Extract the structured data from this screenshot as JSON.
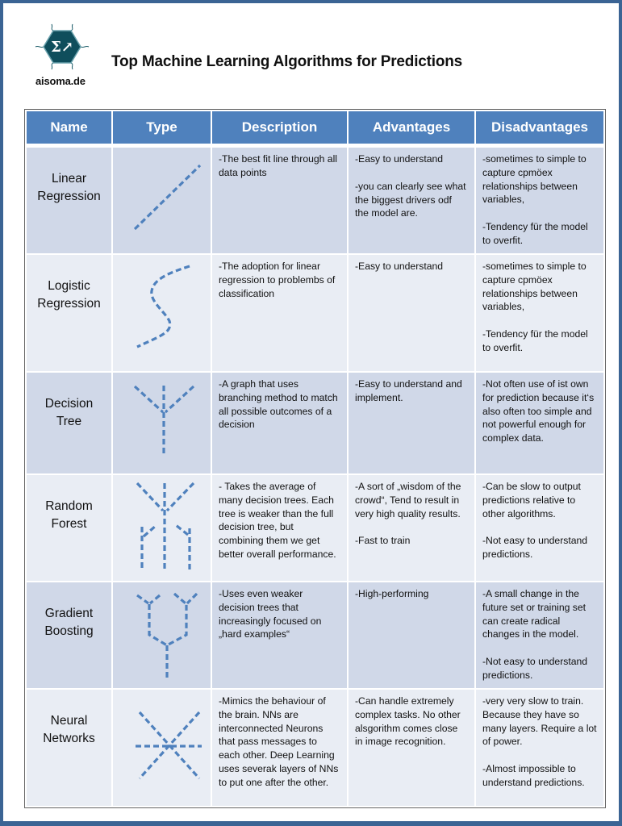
{
  "header": {
    "logo_icon": "sigma-hexagon-logo-icon",
    "logo_text": "aisoma.de",
    "title": "Top Machine Learning Algorithms for Predictions"
  },
  "colors": {
    "frame": "#3b6494",
    "header_bg": "#4f81bd",
    "row_odd": "#d0d8e8",
    "row_even": "#e9edf4",
    "icon_stroke": "#4f81bd"
  },
  "table": {
    "columns": [
      "Name",
      "Type",
      "Description",
      "Advantages",
      "Disadvantages"
    ],
    "rows": [
      {
        "name": [
          "Linear",
          "Regression"
        ],
        "type_icon": "linear-line-icon",
        "description": [
          "-The best fit line through all data points"
        ],
        "advantages": [
          "-Easy to understand",
          "-you can clearly see what the biggest drivers odf the model are."
        ],
        "disadvantages": [
          "-sometimes to simple to capture cpmöex relationships between variables,",
          "-Tendency für the model to overfit."
        ]
      },
      {
        "name": [
          "Logistic",
          "Regression"
        ],
        "type_icon": "s-curve-icon",
        "description": [
          "-The adoption for linear regression to problembs of classification"
        ],
        "advantages": [
          "-Easy to understand"
        ],
        "disadvantages": [
          "-sometimes to simple to capture cpmöex relationships between variables,",
          "-Tendency für the model to overfit."
        ]
      },
      {
        "name": [
          "Decision",
          "Tree"
        ],
        "type_icon": "decision-tree-icon",
        "description": [
          "-A graph that uses branching method to match all possible outcomes of a decision"
        ],
        "advantages": [
          "-Easy to understand and implement."
        ],
        "disadvantages": [
          "-Not often use of ist own for prediction because it‘s also often too simple and not powerful enough for complex data."
        ]
      },
      {
        "name": [
          "Random",
          "Forest"
        ],
        "type_icon": "random-forest-icon",
        "description": [
          "- Takes the average of many decision trees. Each tree is weaker than the full decision tree, but combining them we get better overall performance."
        ],
        "advantages": [
          "-A sort of „wisdom of the crowd“, Tend to result in very high quality results.",
          "-Fast to train"
        ],
        "disadvantages": [
          "-Can be slow to output predictions relative to other algorithms.",
          "-Not easy to understand predictions."
        ]
      },
      {
        "name": [
          "Gradient",
          "Boosting"
        ],
        "type_icon": "gradient-boosting-icon",
        "description": [
          "-Uses even weaker decision trees that increasingly focused on „hard examples“"
        ],
        "advantages": [
          "-High-performing"
        ],
        "disadvantages": [
          "-A small change in the future set or training set can create radical changes in the model.",
          "-Not easy to understand predictions."
        ]
      },
      {
        "name": [
          "Neural",
          "Networks"
        ],
        "type_icon": "neural-network-icon",
        "description": [
          "-Mimics the behaviour of the brain. NNs are interconnected Neurons that pass messages to each other. Deep Learning uses severak layers of NNs to put one after the other."
        ],
        "advantages": [
          "-Can handle extremely complex tasks. No other alsgorithm comes close in image recognition."
        ],
        "disadvantages": [
          "-very very slow to train. Because they have so many layers. Require a lot of power.",
          "-Almost impossible to understand predictions."
        ]
      }
    ]
  }
}
